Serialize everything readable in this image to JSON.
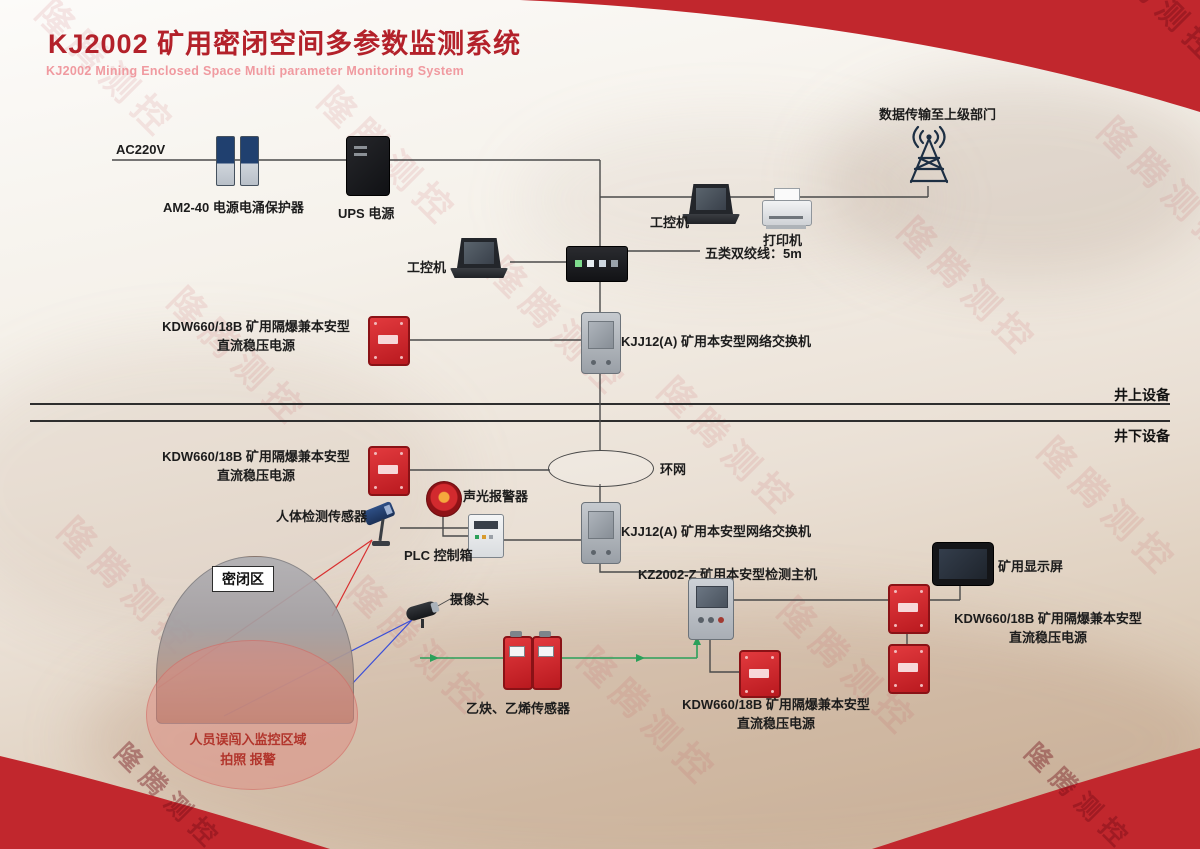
{
  "header": {
    "title": "KJ2002 矿用密闭空间多参数监测系统",
    "subtitle": "KJ2002 Mining Enclosed Space Multi parameter Monitoring System"
  },
  "watermark_text": "隆腾测控",
  "dividers": {
    "above_label": "井上设备",
    "below_label": "井下设备"
  },
  "nodes": {
    "ac220v": "AC220V",
    "surge_protector": "AM2-40 电源电涌保护器",
    "ups": "UPS 电源",
    "ipc": "工控机",
    "printer": "打印机",
    "antenna": "数据传输至上级部门",
    "cat5": "五类双绞线：5m",
    "kdw_line1": "KDW660/18B 矿用隔爆兼本安型",
    "kdw_line2": "直流稳压电源",
    "switch_label": "KJJ12(A) 矿用本安型网络交换机",
    "ring": "环网",
    "alarm": "声光报警器",
    "body_sensor": "人体检测传感器",
    "plc": "PLC 控制箱",
    "host": "KZ2002-Z 矿用本安型检测主机",
    "display": "矿用显示屏",
    "camera": "摄像头",
    "gas_sensor": "乙炔、乙烯传感器",
    "enclosed_area": "密闭区",
    "intrusion_line1": "人员误闯入监控区域",
    "intrusion_line2": "拍照 报警"
  },
  "colors": {
    "brand_red": "#c1272d",
    "device_red": "#d22a2e",
    "wire": "#4a4a4a",
    "green_wire": "#2ba05a",
    "blue_ray": "#3b4fd8",
    "red_ray": "#d83030"
  }
}
